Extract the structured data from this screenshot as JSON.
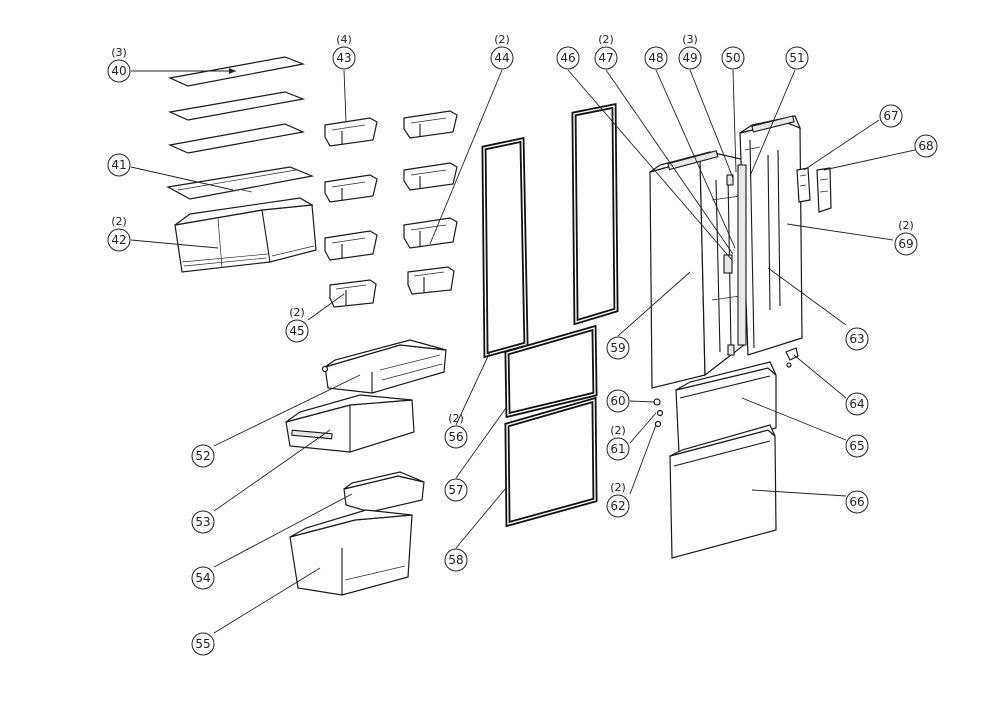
{
  "callouts": [
    {
      "id": "40",
      "qty": "(3)"
    },
    {
      "id": "41",
      "qty": ""
    },
    {
      "id": "42",
      "qty": "(2)"
    },
    {
      "id": "43",
      "qty": "(4)"
    },
    {
      "id": "44",
      "qty": "(2)"
    },
    {
      "id": "45",
      "qty": "(2)"
    },
    {
      "id": "46",
      "qty": ""
    },
    {
      "id": "47",
      "qty": "(2)"
    },
    {
      "id": "48",
      "qty": ""
    },
    {
      "id": "49",
      "qty": "(3)"
    },
    {
      "id": "50",
      "qty": ""
    },
    {
      "id": "51",
      "qty": ""
    },
    {
      "id": "52",
      "qty": ""
    },
    {
      "id": "53",
      "qty": ""
    },
    {
      "id": "54",
      "qty": ""
    },
    {
      "id": "55",
      "qty": ""
    },
    {
      "id": "56",
      "qty": "(2)"
    },
    {
      "id": "57",
      "qty": ""
    },
    {
      "id": "58",
      "qty": ""
    },
    {
      "id": "59",
      "qty": ""
    },
    {
      "id": "60",
      "qty": ""
    },
    {
      "id": "61",
      "qty": "(2)"
    },
    {
      "id": "62",
      "qty": "(2)"
    },
    {
      "id": "63",
      "qty": ""
    },
    {
      "id": "64",
      "qty": ""
    },
    {
      "id": "65",
      "qty": ""
    },
    {
      "id": "66",
      "qty": ""
    },
    {
      "id": "67",
      "qty": ""
    },
    {
      "id": "68",
      "qty": ""
    },
    {
      "id": "69",
      "qty": "(2)"
    }
  ]
}
